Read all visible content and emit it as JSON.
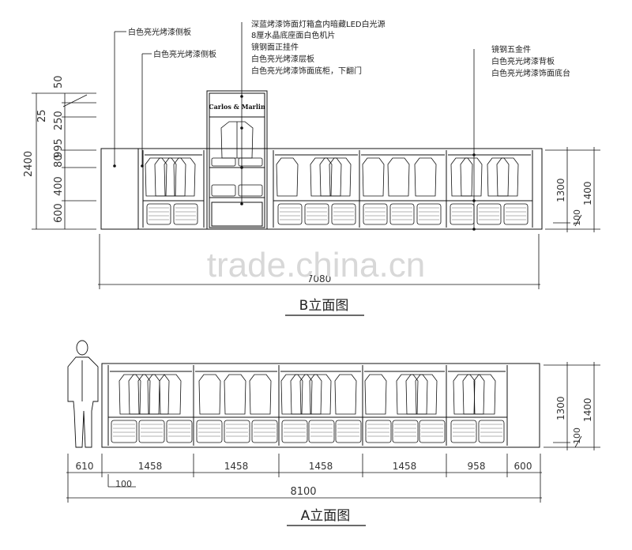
{
  "callouts_left": [
    "白色亮光烤漆侧板",
    "白色亮光烤漆侧板"
  ],
  "callouts_center": [
    "深蓝烤漆饰面灯箱盒内暗藏LED白光源",
    "8厘水晶底座面白色机片",
    "镜钢面正挂件",
    "白色亮光烤漆层板",
    "白色亮光烤漆饰面底柜，下翻门"
  ],
  "callouts_right": [
    "镜钢五金件",
    "白色亮光烤漆背板",
    "白色亮光烤漆饰面底台"
  ],
  "brand_logo": "Carlos & Marlin",
  "b_view": {
    "title": "B立面图",
    "left_dims": [
      "50",
      "25",
      "250",
      "995",
      "80",
      "400",
      "600"
    ],
    "overall_height": "2400",
    "right_dims": [
      "1300",
      "1400",
      "100"
    ],
    "overall_width": "7080"
  },
  "a_view": {
    "title": "A立面图",
    "bottom_dims": [
      "610",
      "1458",
      "1458",
      "1458",
      "1458",
      "958",
      "600"
    ],
    "offset_dim": "100",
    "overall_width": "8100",
    "right_dims": [
      "1300",
      "1400",
      "100"
    ]
  },
  "watermark": "trade.china.cn"
}
